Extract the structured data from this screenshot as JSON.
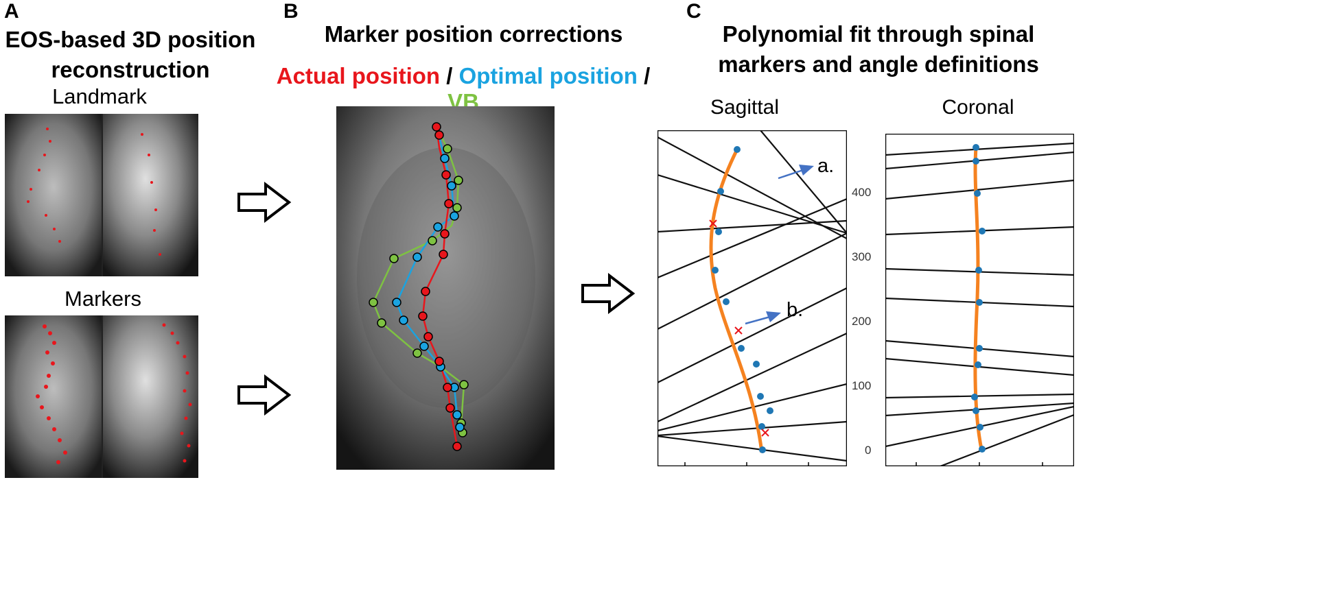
{
  "panels": {
    "a": {
      "letter": "A",
      "title": "EOS-based 3D position reconstruction",
      "landmark_label": "Landmark",
      "markers_label": "Markers"
    },
    "b": {
      "letter": "B",
      "title": "Marker position corrections",
      "legend": {
        "actual": "Actual position",
        "sep1": " / ",
        "optimal": "Optimal position",
        "sep2": " / ",
        "vb": "VB"
      }
    },
    "c": {
      "letter": "C",
      "title": "Polynomial fit through spinal markers and angle definitions",
      "sagittal_label": "Sagittal",
      "coronal_label": "Coronal",
      "annotation_a": "a.",
      "annotation_b": "b.",
      "coronal_y_ticks": [
        "400",
        "300",
        "200",
        "100",
        "0"
      ]
    }
  },
  "colors": {
    "actual": "#e8161c",
    "optimal": "#1aa3e0",
    "vb": "#7ec242",
    "fit": "#f58220",
    "marker": "#1f77b4",
    "arrow": "#4472c4"
  }
}
